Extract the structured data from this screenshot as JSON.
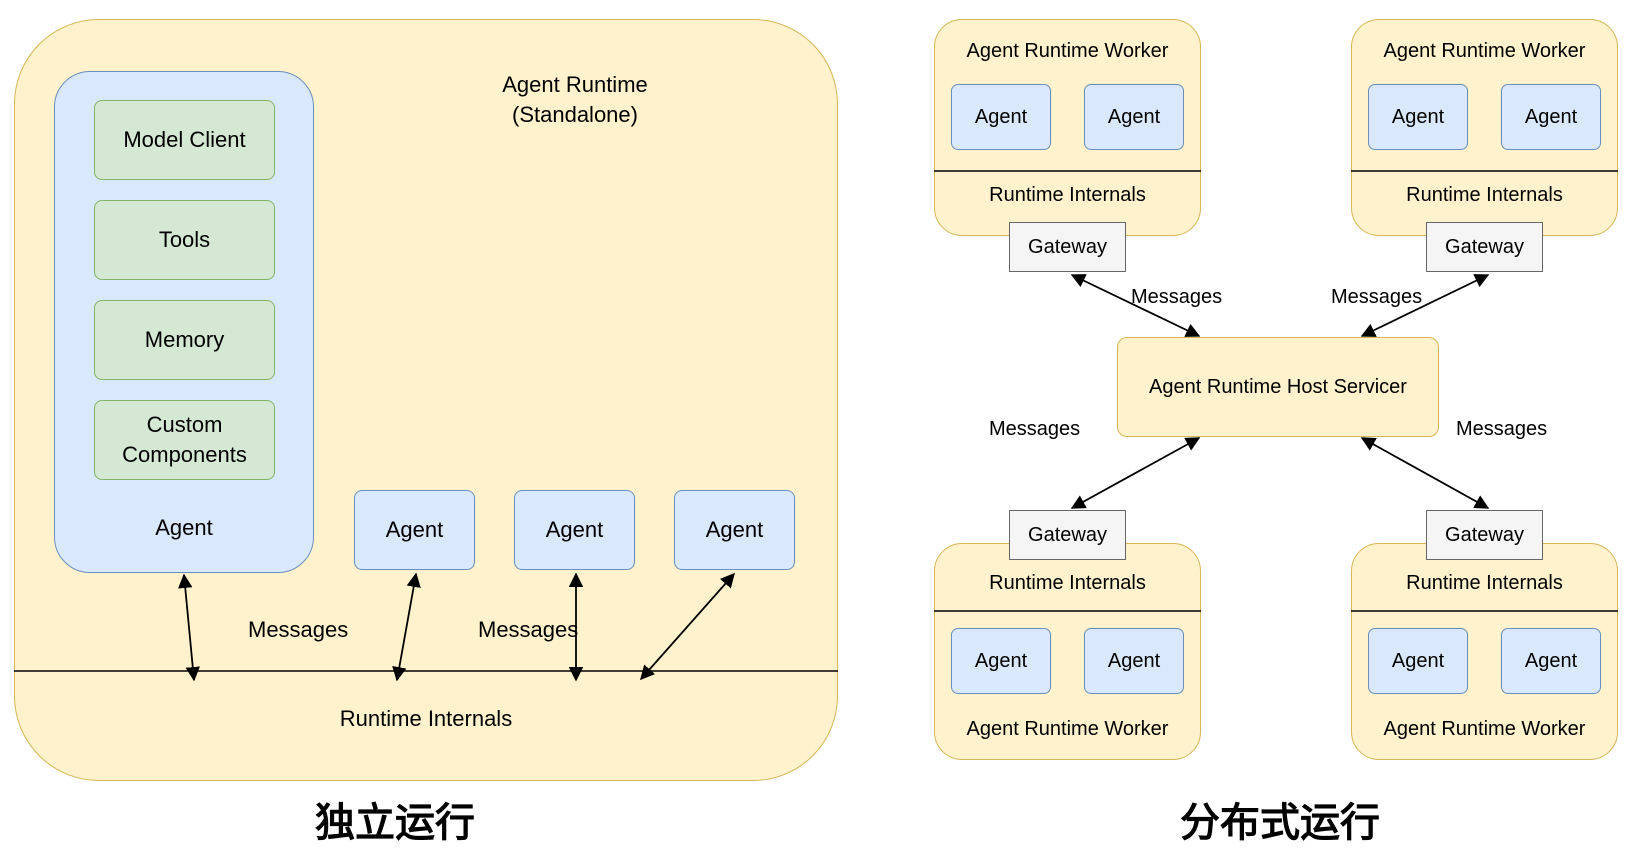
{
  "standalone": {
    "runtime_title_line1": "Agent Runtime",
    "runtime_title_line2": "(Standalone)",
    "main_agent": {
      "components": [
        "Model Client",
        "Tools",
        "Memory",
        "Custom Components"
      ],
      "label": "Agent"
    },
    "agents": [
      "Agent",
      "Agent",
      "Agent"
    ],
    "messages_labels": [
      "Messages",
      "Messages"
    ],
    "internals_label": "Runtime Internals",
    "caption": "独立运行"
  },
  "distributed": {
    "host_label": "Agent Runtime Host Servicer",
    "workers": [
      {
        "title": "Agent Runtime Worker",
        "agents": [
          "Agent",
          "Agent"
        ],
        "internals": "Runtime Internals",
        "gateway": "Gateway",
        "messages": "Messages"
      },
      {
        "title": "Agent Runtime Worker",
        "agents": [
          "Agent",
          "Agent"
        ],
        "internals": "Runtime Internals",
        "gateway": "Gateway",
        "messages": "Messages"
      },
      {
        "title": "Agent Runtime Worker",
        "agents": [
          "Agent",
          "Agent"
        ],
        "internals": "Runtime Internals",
        "gateway": "Gateway",
        "messages": "Messages"
      },
      {
        "title": "Agent Runtime Worker",
        "agents": [
          "Agent",
          "Agent"
        ],
        "internals": "Runtime Internals",
        "gateway": "Gateway",
        "messages": "Messages"
      }
    ],
    "caption": "分布式运行"
  }
}
